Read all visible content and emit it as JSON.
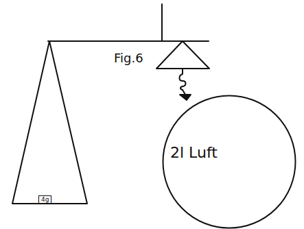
{
  "diagram": {
    "nodes": [
      {
        "text": [
          "4g"
        ]
      },
      {
        "text": [
          "2l Luft"
        ]
      }
    ],
    "labels": [
      "Fig.6"
    ]
  }
}
